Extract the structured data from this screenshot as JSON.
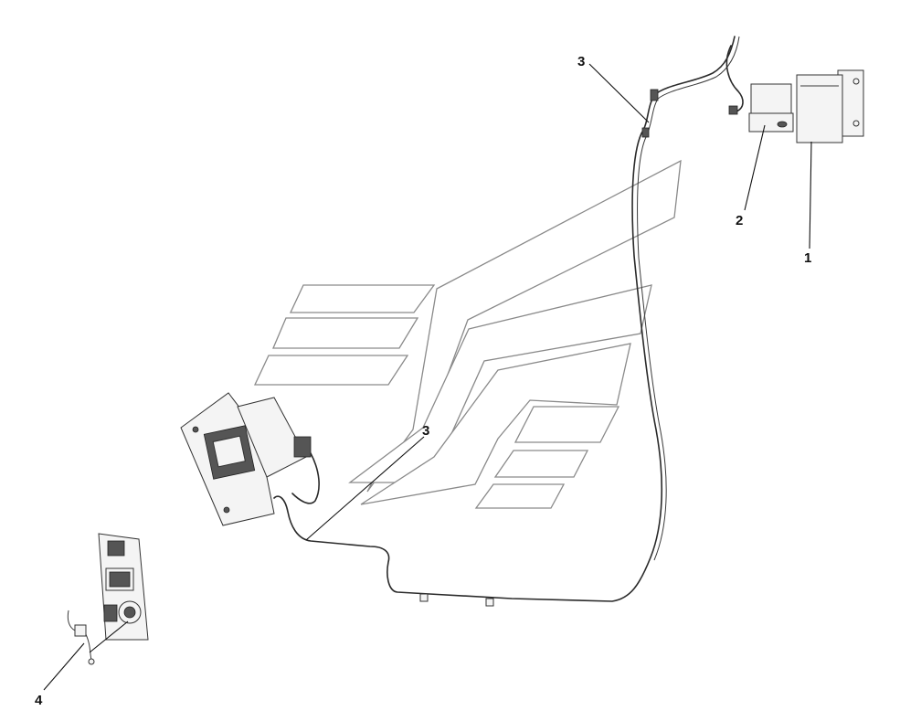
{
  "diagram": {
    "callouts": [
      {
        "id": "callout-1",
        "text": "1"
      },
      {
        "id": "callout-2",
        "text": "2"
      },
      {
        "id": "callout-3-top",
        "text": "3"
      },
      {
        "id": "callout-3-middle",
        "text": "3"
      },
      {
        "id": "callout-4",
        "text": "4"
      }
    ],
    "colors": {
      "line": "#111111",
      "ghost_outline": "#8a8a8a",
      "background": "#ffffff"
    }
  }
}
